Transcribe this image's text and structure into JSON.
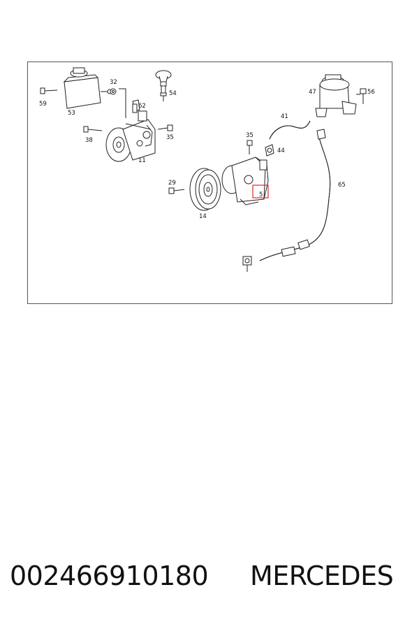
{
  "diagram": {
    "callouts": [
      {
        "id": "c59",
        "label": "59"
      },
      {
        "id": "c53",
        "label": "53"
      },
      {
        "id": "c32",
        "label": "32"
      },
      {
        "id": "c62",
        "label": "62"
      },
      {
        "id": "c54",
        "label": "54"
      },
      {
        "id": "c38",
        "label": "38"
      },
      {
        "id": "c35a",
        "label": "35"
      },
      {
        "id": "c11",
        "label": "11"
      },
      {
        "id": "c47",
        "label": "47"
      },
      {
        "id": "c56",
        "label": "56"
      },
      {
        "id": "c41",
        "label": "41"
      },
      {
        "id": "c35b",
        "label": "35"
      },
      {
        "id": "c44",
        "label": "44"
      },
      {
        "id": "c29",
        "label": "29"
      },
      {
        "id": "c5",
        "label": "5"
      },
      {
        "id": "c14",
        "label": "14"
      },
      {
        "id": "c65",
        "label": "65"
      }
    ],
    "highlight_color": "#e0262e"
  },
  "footer": {
    "part_number": "002466910180",
    "brand": "MERCEDES"
  }
}
